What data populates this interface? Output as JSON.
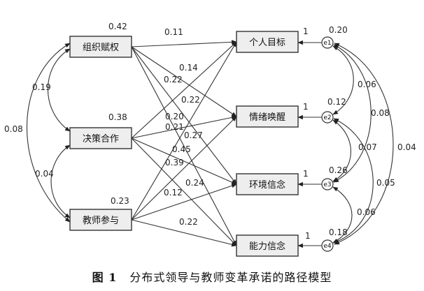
{
  "diagram": {
    "left_nodes": [
      {
        "id": "L1",
        "label": "组织赋权",
        "variance": "0.42"
      },
      {
        "id": "L2",
        "label": "决策合作",
        "variance": "0.38"
      },
      {
        "id": "L3",
        "label": "教师参与",
        "variance": "0.23"
      }
    ],
    "right_nodes": [
      {
        "id": "R1",
        "label": "个人目标",
        "error": "e1",
        "error_variance": "0.20",
        "fixed": "1"
      },
      {
        "id": "R2",
        "label": "情绪唤醒",
        "error": "e2",
        "error_variance": "0.12",
        "fixed": "1"
      },
      {
        "id": "R3",
        "label": "环境信念",
        "error": "e3",
        "error_variance": "0.26",
        "fixed": "1"
      },
      {
        "id": "R4",
        "label": "能力信念",
        "error": "e4",
        "error_variance": "0.18",
        "fixed": "1"
      }
    ],
    "paths": [
      {
        "from": "L1",
        "to": "R1",
        "coef": "0.11"
      },
      {
        "from": "L1",
        "to": "R2",
        "coef": "0.14"
      },
      {
        "from": "L1",
        "to": "R3",
        "coef": "0.22"
      },
      {
        "from": "L1",
        "to": "R4",
        "coef": "0.22"
      },
      {
        "from": "L2",
        "to": "R1",
        "coef": "0.20"
      },
      {
        "from": "L2",
        "to": "R2",
        "coef": "0.21"
      },
      {
        "from": "L2",
        "to": "R3",
        "coef": "0.27"
      },
      {
        "from": "L2",
        "to": "R4",
        "coef": "0.45"
      },
      {
        "from": "L3",
        "to": "R1",
        "coef": "0.39"
      },
      {
        "from": "L3",
        "to": "R2",
        "coef": "0.24"
      },
      {
        "from": "L3",
        "to": "R3",
        "coef": "0.12"
      },
      {
        "from": "L3",
        "to": "R4",
        "coef": "0.22"
      }
    ],
    "left_covariances": [
      {
        "a": "L1",
        "b": "L2",
        "coef": "0.19"
      },
      {
        "a": "L2",
        "b": "L3",
        "coef": "0.04"
      },
      {
        "a": "L1",
        "b": "L3",
        "coef": "0.08"
      }
    ],
    "error_covariances": [
      {
        "a": "e1",
        "b": "e2",
        "coef": "0.06"
      },
      {
        "a": "e1",
        "b": "e3",
        "coef": "0.08"
      },
      {
        "a": "e1",
        "b": "e4",
        "coef": "0.04"
      },
      {
        "a": "e2",
        "b": "e3",
        "coef": "0.07"
      },
      {
        "a": "e2",
        "b": "e4",
        "coef": "0.05"
      },
      {
        "a": "e3",
        "b": "e4",
        "coef": "0.06"
      }
    ]
  },
  "caption": {
    "figure_number": "图 1",
    "title": "分布式领导与教师变革承诺的路径模型"
  }
}
